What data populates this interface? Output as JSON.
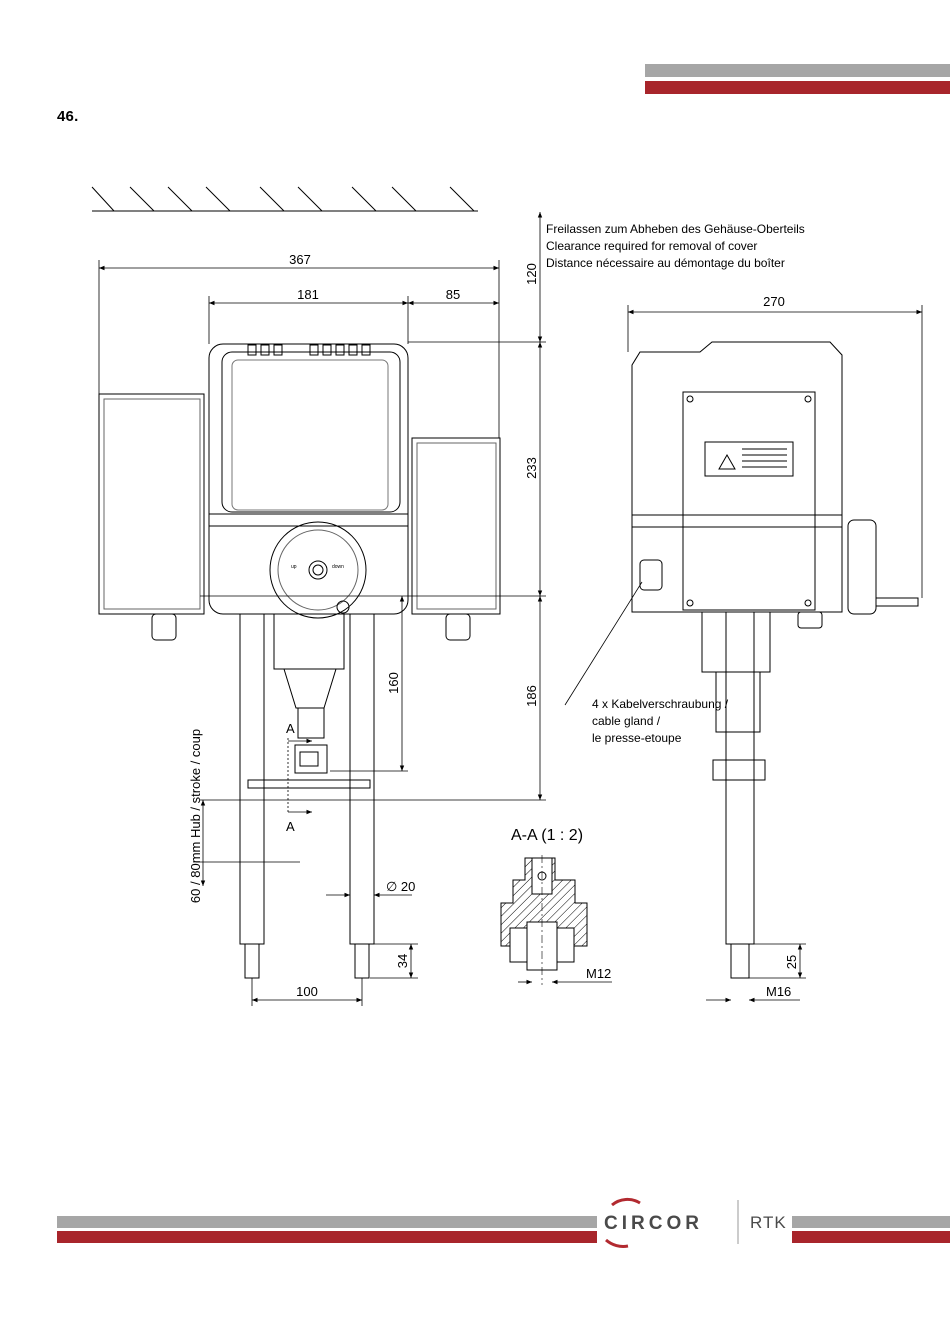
{
  "page": {
    "number": "46."
  },
  "drawing": {
    "front_view": {
      "dim_overall_width": "367",
      "dim_left_width": "181",
      "dim_right_width": "85",
      "dim_top_clearance": "120",
      "dim_body_height": "233",
      "dim_lower_height": "186",
      "dim_yoke_height": "160",
      "dim_rod_diameter": "∅ 20",
      "dim_rod_spacing": "100",
      "dim_rod_end": "34",
      "stroke_label": "60 / 80mm Hub / stroke / coup",
      "section_mark": "A"
    },
    "clearance_note": [
      "Freilassen zum Abheben des Gehäuse-Oberteils",
      "Clearance required for removal of cover",
      "Distance nécessaire au démontage du boîter"
    ],
    "side_view": {
      "dim_depth": "270",
      "dim_thread_length": "25",
      "dim_thread": "M16",
      "knob_labels": [
        "up",
        "down"
      ]
    },
    "cable_gland_note": [
      "4 x Kabelverschraubung /",
      "cable gland /",
      "le presse-etoupe"
    ],
    "section_view": {
      "title": "A-A (1 : 2)",
      "thread": "M12"
    }
  },
  "footer": {
    "brand": "CIRCOR",
    "subbrand": "RTK"
  },
  "colors": {
    "bar_gray": "#a6a6a6",
    "bar_red": "#a8252b",
    "logo_red": "#b22a30"
  }
}
